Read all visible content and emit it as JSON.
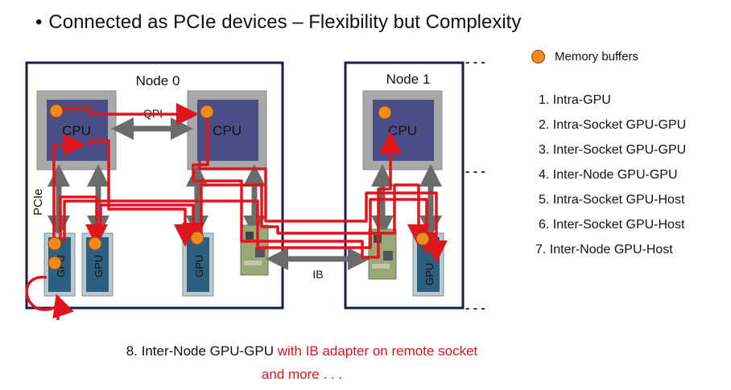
{
  "title": {
    "bullet": "•",
    "text": "Connected as PCIe devices – Flexibility but Complexity"
  },
  "legend": {
    "label": "Memory buffers",
    "color": "#f08a1e"
  },
  "paths": [
    "1. Intra-GPU",
    "2. Intra-Socket GPU-GPU",
    "3. Inter-Socket GPU-GPU",
    "4. Inter-Node GPU-GPU",
    "5. Intra-Socket GPU-Host",
    "6. Inter-Socket GPU-Host",
    "7. Inter-Node GPU-Host"
  ],
  "diagram": {
    "node0": "Node 0",
    "node1": "Node 1",
    "cpu": "CPU",
    "gpu": "GPU",
    "qpi": "QPI",
    "pcie": "PCIe",
    "ib": "IB",
    "ellipsis": "- - -"
  },
  "bottom_note": {
    "black_part": "8. Inter-Node GPU-GPU ",
    "red_part": "with IB adapter  on remote socket",
    "line2": "and more . . ."
  },
  "colors": {
    "path_red": "#e0141c",
    "node_border": "#1a1f4a",
    "cpu_fill": "#4a4e86",
    "gpu_fill": "#2f5f7e",
    "connector_gray": "#6b6b6b"
  }
}
